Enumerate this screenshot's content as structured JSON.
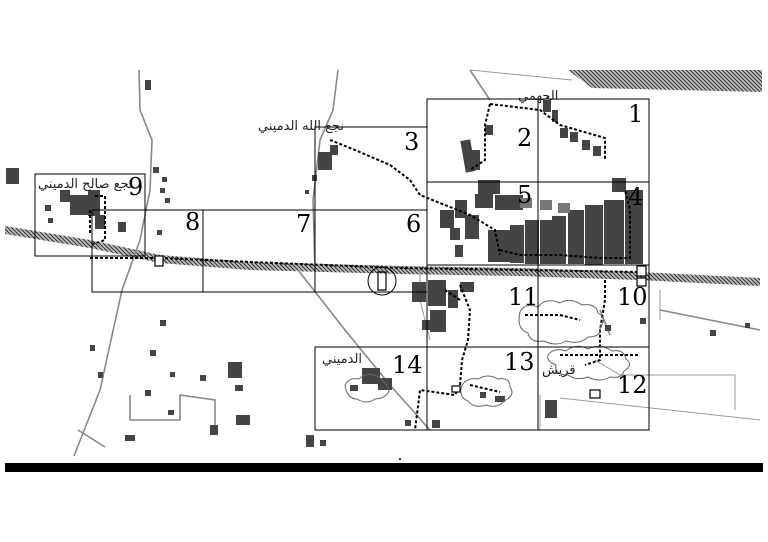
{
  "map": {
    "grid_cells": [
      {
        "id": "cell-1",
        "label": "1"
      },
      {
        "id": "cell-2",
        "label": "2"
      },
      {
        "id": "cell-3",
        "label": "3"
      },
      {
        "id": "cell-4",
        "label": "4"
      },
      {
        "id": "cell-5",
        "label": "5"
      },
      {
        "id": "cell-6",
        "label": "6"
      },
      {
        "id": "cell-7",
        "label": "7"
      },
      {
        "id": "cell-8",
        "label": "8"
      },
      {
        "id": "cell-9",
        "label": "9"
      },
      {
        "id": "cell-10",
        "label": "10"
      },
      {
        "id": "cell-11",
        "label": "11"
      },
      {
        "id": "cell-12",
        "label": "12"
      },
      {
        "id": "cell-13",
        "label": "13"
      },
      {
        "id": "cell-14",
        "label": "14"
      }
    ],
    "place_labels": {
      "nagaa_allah": "نجع الله الدميني",
      "nagaa_saleh": "نجع صالح الدميني",
      "aljahmi": "الجهمي",
      "aldumaini": "الدميني",
      "quraysh": "قريش"
    },
    "colors": {
      "ink": "#000000",
      "highway": "#5a5a5a",
      "roads": "#888888",
      "buildings": "#444444"
    }
  }
}
